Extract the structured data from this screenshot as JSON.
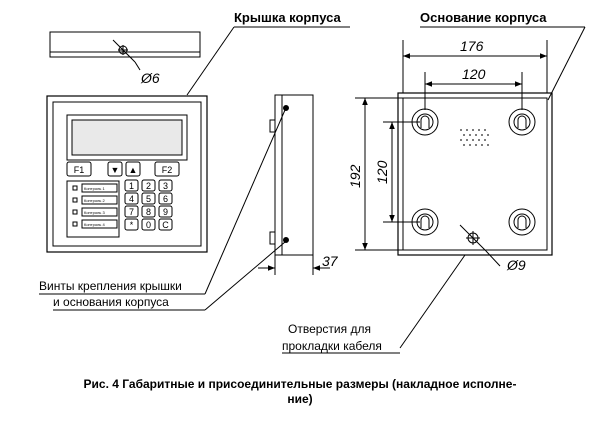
{
  "labels": {
    "cover": "Крышка корпуса",
    "base": "Основание корпуса",
    "screws_line1": "Винты крепления крышки",
    "screws_line2": "и основания корпуса",
    "holes_line1": "Отверстия для",
    "holes_line2": "прокладки кабеля"
  },
  "dimensions": {
    "cover_hole": "Ø6",
    "base_width": "176",
    "hole_spacing_h": "120",
    "base_height": "192",
    "hole_spacing_v": "120",
    "depth": "37",
    "cable_hole": "Ø9"
  },
  "keypad": {
    "f1": "F1",
    "f2": "F2",
    "down": "▼",
    "up": "▲",
    "keys": [
      "1",
      "2",
      "3",
      "4",
      "5",
      "6",
      "7",
      "8",
      "9",
      "*",
      "0",
      "C"
    ],
    "channels": [
      "Контроль 1",
      "Контроль 2",
      "Контроль 3",
      "Контроль 4"
    ]
  },
  "caption": {
    "line1": "Рис. 4 Габаритные и присоединительные размеры (накладное исполне-",
    "line2": "ние)"
  }
}
